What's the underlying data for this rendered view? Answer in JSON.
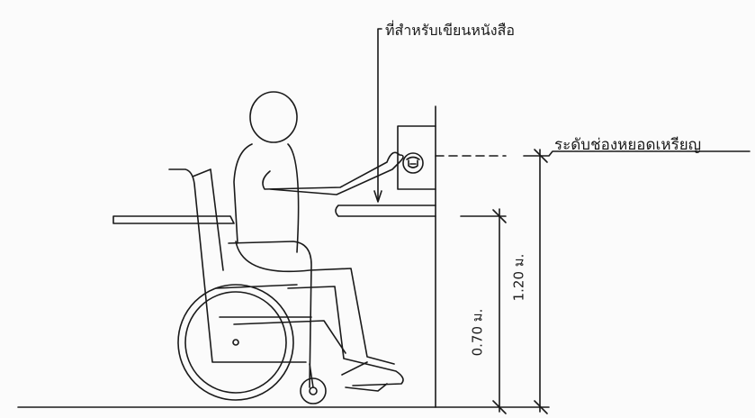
{
  "labels": {
    "writing_surface": "ที่สำหรับเขียนหนังสือ",
    "coin_slot_level": "ระดับช่องหยอดเหรียญ"
  },
  "dimensions": {
    "shelf_height": "0.70 ม.",
    "coin_slot_height": "1.20 ม."
  },
  "colors": {
    "line": "#1a1a1a",
    "background": "#fbfbfb"
  },
  "icons": [
    "telephone-icon"
  ]
}
